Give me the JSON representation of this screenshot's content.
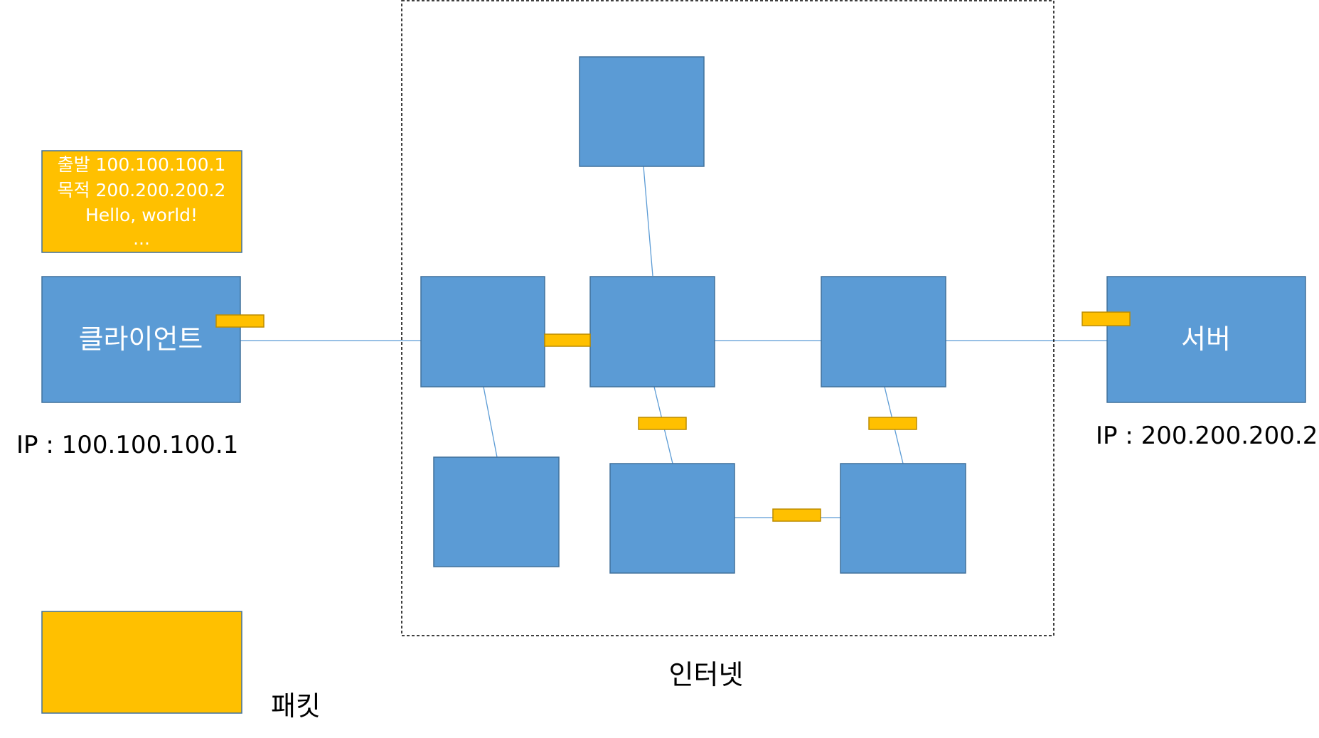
{
  "colors": {
    "node_fill": "#5b9bd5",
    "node_stroke": "#41719c",
    "packet_fill": "#ffc000",
    "packet_stroke": "#bc8c00",
    "link": "#5b9bd5",
    "text": "#000000",
    "inner_text": "#ffffff"
  },
  "packet_info": {
    "lines": [
      "출발 100.100.100.1",
      "목적 200.200.200.2",
      "Hello, world!",
      "..."
    ]
  },
  "client": {
    "label": "클라이언트",
    "ip_label": "IP : 100.100.100.1"
  },
  "server": {
    "label": "서버",
    "ip_label": "IP : 200.200.200.2"
  },
  "internet": {
    "label": "인터넷"
  },
  "legend": {
    "label": "패킷"
  }
}
